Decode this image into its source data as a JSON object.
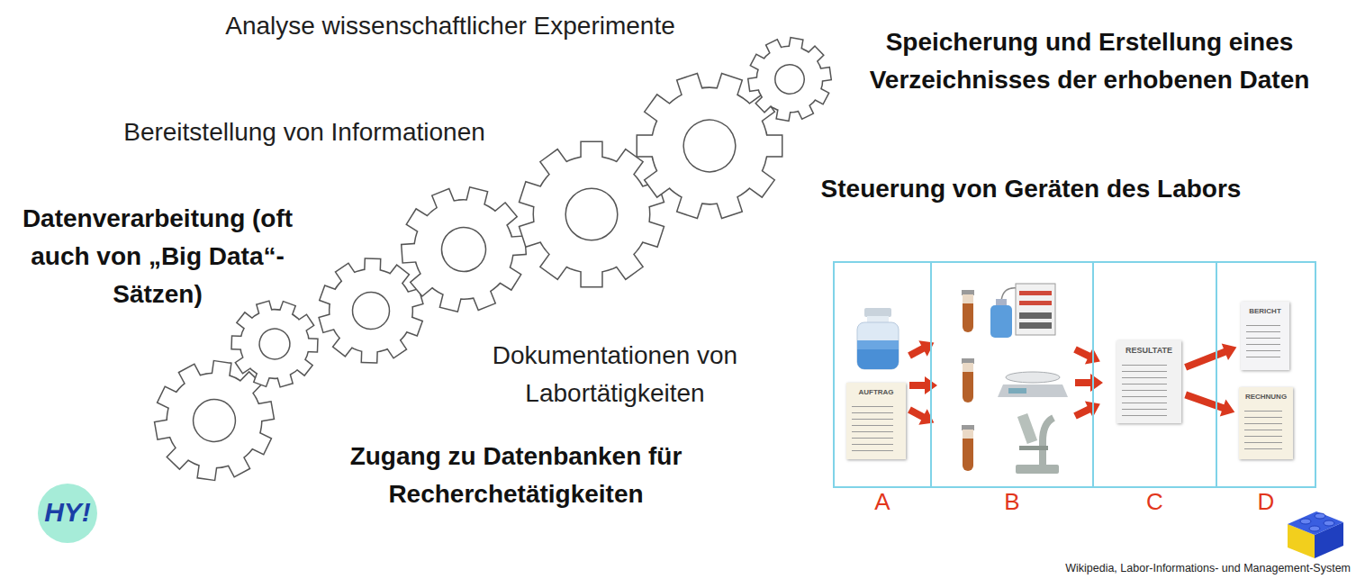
{
  "diagram": {
    "nodes": [
      {
        "text": [
          "A"
        ]
      },
      {
        "text": [
          "AUFTRAG"
        ],
        "in": 0
      },
      {
        "text": [
          "B"
        ]
      },
      {
        "text": [
          "C"
        ]
      },
      {
        "text": [
          "RESULTATE"
        ],
        "in": 3
      },
      {
        "text": [
          "D"
        ]
      },
      {
        "text": [
          "BERICHT"
        ],
        "in": 5
      },
      {
        "text": [
          "RECHNUNG"
        ],
        "in": 5
      }
    ],
    "edges": [
      {
        "from": 4,
        "to": 6,
        "arrow": "to"
      },
      {
        "from": 4,
        "to": 7,
        "arrow": "to"
      }
    ],
    "labels": [
      "Analyse wissenschaftlicher Experimente",
      "Speicherung und Erstellung eines Verzeichnisses der erhobenen Daten",
      "Bereitstellung von Informationen",
      "Steuerung von Geräten des Labors",
      "Datenverarbeitung (oft auch von „Big Data“-Sätzen)",
      "Dokumentationen von Labortätigkeiten",
      "Zugang zu Datenbanken für Recherchetätigkeiten",
      "HY!",
      "Wikipedia, Labor-Informations- und Management-System"
    ]
  }
}
